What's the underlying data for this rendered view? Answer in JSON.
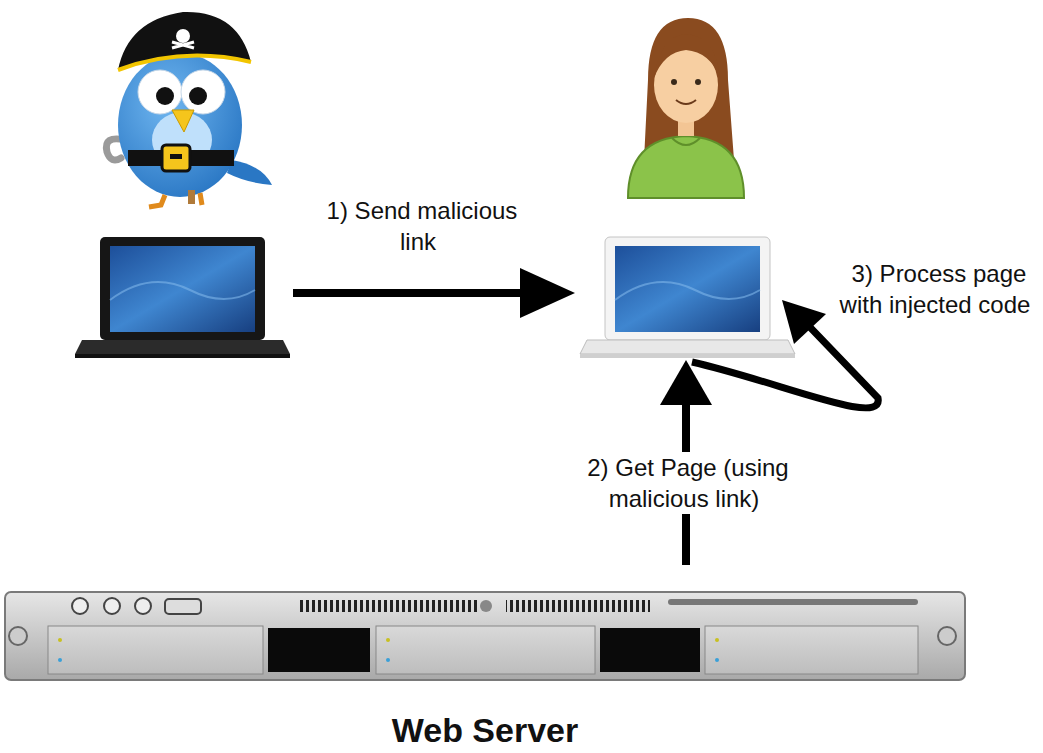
{
  "diagram": {
    "nodes": [
      {
        "text": [
          "Web Server"
        ]
      }
    ],
    "labels": [
      "1) Send malicious link",
      "3) Process page with injected code",
      "2) Get Page (using malicious link)"
    ]
  }
}
